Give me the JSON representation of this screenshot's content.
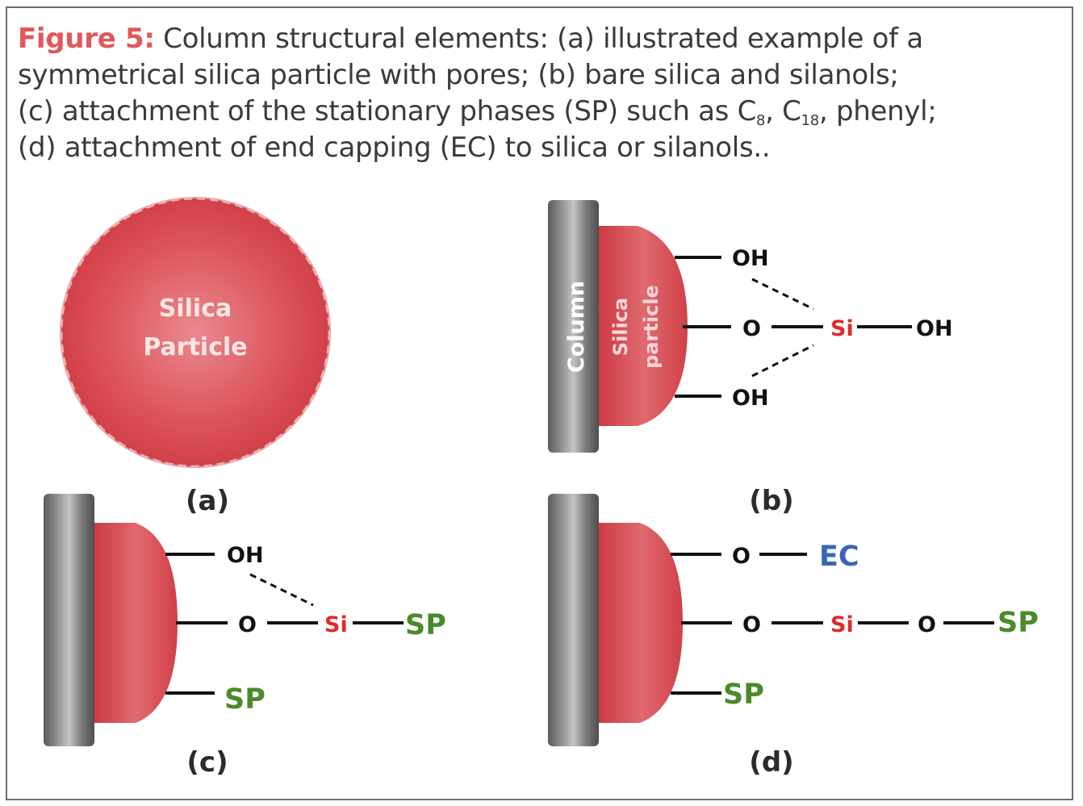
{
  "caption": {
    "figure_label": "Figure 5:",
    "line1": " Column structural elements: (a) illustrated example of a",
    "line2": "symmetrical silica particle with pores; (b) bare silica and silanols;",
    "line3_pre": "(c) attachment of the stationary phases (SP) such as C",
    "line3_sub1": "8",
    "line3_mid": ", C",
    "line3_sub2": "18",
    "line3_post": ", phenyl;",
    "line4": "(d) attachment of end capping (EC) to silica or silanols.."
  },
  "panel_a": {
    "particle_line1": "Silica",
    "particle_line2": "Particle",
    "label": "(a)"
  },
  "panel_b": {
    "column_label": "Column",
    "particle_line1": "Silica",
    "particle_line2": "particle",
    "oh_top": "OH",
    "o_mid": "O",
    "si": "Si",
    "oh_right": "OH",
    "oh_bottom": "OH",
    "label": "(b)"
  },
  "panel_c": {
    "oh_top": "OH",
    "o_mid": "O",
    "si": "Si",
    "sp_right": "SP",
    "sp_bottom": "SP",
    "label": "(c)"
  },
  "panel_d": {
    "o_top": "O",
    "ec": "EC",
    "o_mid": "O",
    "si": "Si",
    "o_right": "O",
    "sp_right": "SP",
    "sp_bottom": "SP",
    "label": "(d)"
  },
  "colors": {
    "accent": "#e2575a",
    "silica": "#d8444c",
    "si": "#e02a2a",
    "sp": "#4b8a2b",
    "ec": "#3a66b8",
    "column": "#6b6b6b"
  }
}
